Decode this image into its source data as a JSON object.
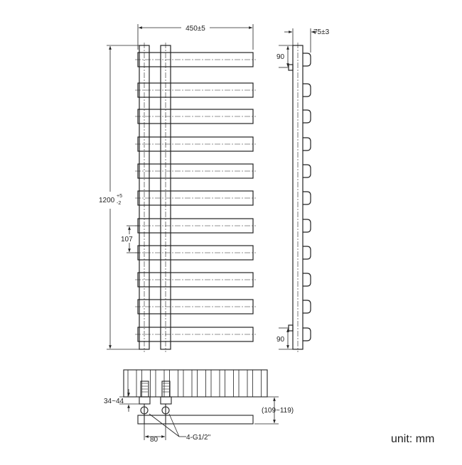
{
  "dimensions": {
    "width": "450±5",
    "depth": "75±3",
    "height_main": "1200",
    "height_tol_plus": "+5",
    "height_tol_minus": "-2",
    "rail_spacing": "107",
    "top_offset": "90",
    "bottom_offset": "90",
    "valve_height": "34~44",
    "wall_gap": "(109~119)",
    "pipe_centers": "80",
    "thread_spec": "4-G1/2\""
  },
  "unit_label": "unit: mm",
  "colors": {
    "line": "#222222",
    "background": "#ffffff"
  }
}
